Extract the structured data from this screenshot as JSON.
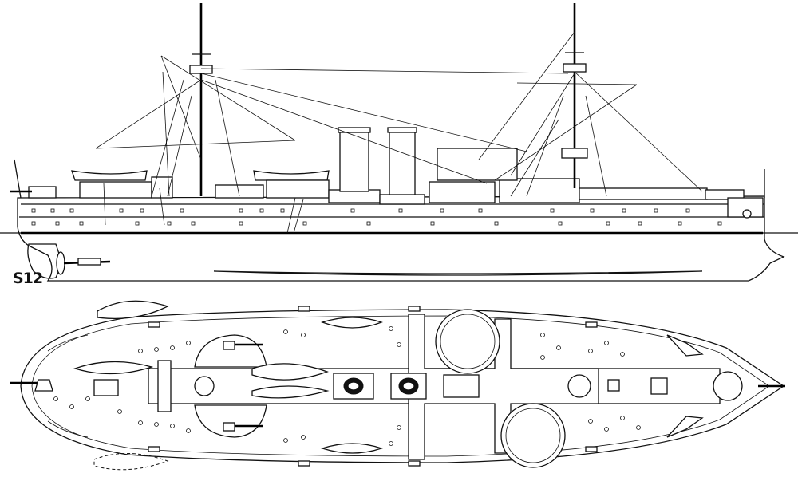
{
  "drawing": {
    "label": "S12",
    "views": [
      "side-elevation",
      "deck-plan"
    ]
  },
  "colors": {
    "ink": "#111111",
    "paper": "#ffffff"
  }
}
